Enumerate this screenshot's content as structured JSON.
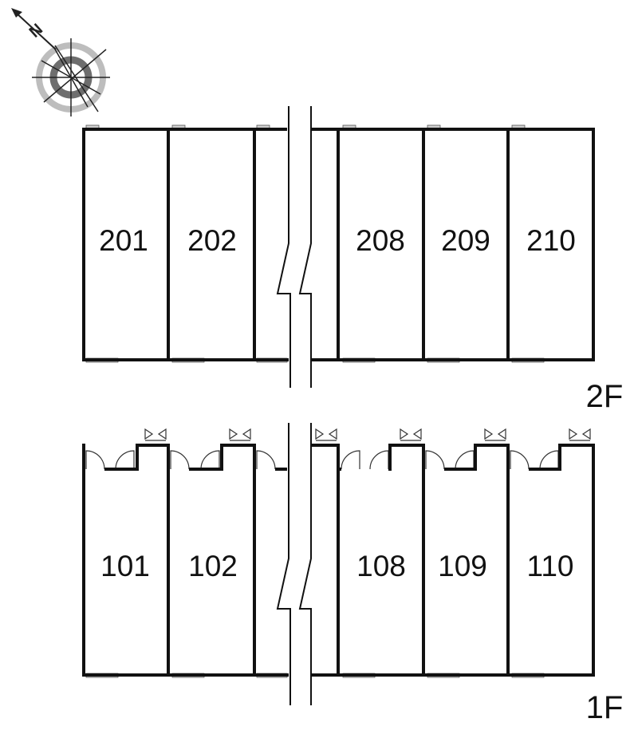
{
  "compass": {
    "north_label": "N",
    "icon": "compass-rose-icon"
  },
  "floors": [
    {
      "label": "2F",
      "rooms": [
        {
          "number": "201"
        },
        {
          "number": "202"
        },
        {
          "number": "208"
        },
        {
          "number": "209"
        },
        {
          "number": "210"
        }
      ]
    },
    {
      "label": "1F",
      "rooms": [
        {
          "number": "101"
        },
        {
          "number": "102"
        },
        {
          "number": "108"
        },
        {
          "number": "109"
        },
        {
          "number": "110"
        }
      ]
    }
  ],
  "colors": {
    "wall": "#111111",
    "window": "#cfcfcf",
    "compass_dark": "#6e6e6e",
    "compass_light": "#bdbdbd"
  }
}
